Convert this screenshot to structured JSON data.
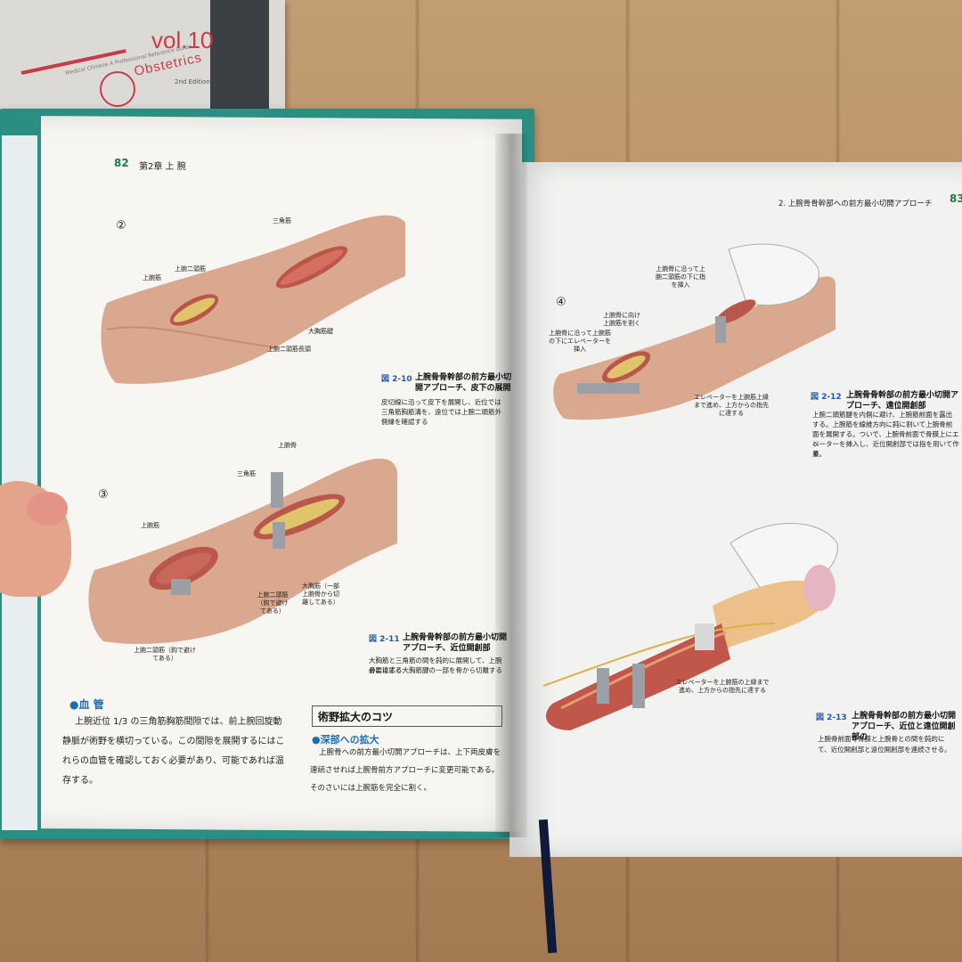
{
  "background_book": {
    "brand": "Medical Chinese  A Professional Reference Guide",
    "vol": "vol.10",
    "title": "Obstetrics",
    "edition": "2nd Edition"
  },
  "left_page": {
    "page_number": "82",
    "chapter": "第2章 上 腕",
    "step2_marker": "②",
    "step3_marker": "③",
    "fig1_labels": [
      "三角筋",
      "上腕二頭筋",
      "上腕筋",
      "大胸筋腱",
      "上腕二頭筋長頭"
    ],
    "fig1_caption_num": "図 2-10",
    "fig1_caption_title": "上腕骨骨幹部の前方最小切開アプローチ、皮下の展開",
    "fig1_caption_body": [
      "皮切線に沿って皮下を展開し、近位では三角筋胸筋溝を、遠位では上腕二頭筋外側縁を確認する"
    ],
    "fig2_labels": [
      "上腕骨",
      "三角筋",
      "上腕筋",
      "上腕二頭筋（鈎で避けてある）",
      "大胸筋（一部上腕骨から切離してある）",
      "上腕二頭筋（鈎で避けてある）"
    ],
    "fig2_caption_num": "図 2-11",
    "fig2_caption_title": "上腕骨骨幹部の前方最小切開アプローチ、近位開創部",
    "fig2_caption_body": [
      "大胸筋と三角筋の間を鈍的に展開して、上腕骨に達する",
      "必要に応じ大胸筋腱の一部を骨から切離する"
    ],
    "section_vessel_head": "●血 管",
    "section_vessel_body": [
      "上腕近位 1/3 の三角筋胸筋間隙では、前上腕回旋動",
      "静脈が術野を横切っている。この間隙を展開するにはこ",
      "れらの血管を確認しておく必要があり、可能であれば温",
      "存する。"
    ],
    "box_head": "術野拡大のコツ",
    "deep_head": "●深部への拡大",
    "deep_body": [
      "上腕骨への前方最小切開アプローチは、上下両皮膚を",
      "連続させれば上腕骨前方アプローチに変更可能である。",
      "そのさいには上腕筋を完全に割く。"
    ]
  },
  "right_page": {
    "running_head": "2. 上腕骨骨幹部への前方最小切開アプローチ",
    "page_number": "83",
    "step4_marker": "④",
    "fig3_labels": [
      "上腕骨に沿って上腕二頭筋の下に指を挿入",
      "上腕骨に向け上腕筋を割く",
      "上腕骨に沿って上腕筋の下にエレベーターを挿入",
      "エレベーターを上腕筋上縁まで進め、上方からの指先に達する"
    ],
    "fig3_caption_num": "図 2-12",
    "fig3_caption_title": "上腕骨骨幹部の前方最小切開アプローチ、遠位開創部",
    "fig3_caption_body": [
      "上腕二頭筋腱を内側に避け、上腕筋前面を露出",
      "する。上腕筋を線維方向に鈍に割いて上腕骨前",
      "面を展開する。ついで、上腕骨前面で骨膜上にエレ",
      "ベーターを挿入し、近位開創部では指を用いて作業",
      "る。"
    ],
    "fig4_label": "エレベーターを上腕筋の上縁まで進め、上方からの指先に達する",
    "fig4_caption_num": "図 2-13",
    "fig4_caption_title": "上腕骨骨幹部の前方最小切開アプローチ、近位と遠位開創部の",
    "fig4_caption_body": [
      "上腕骨前面で骨膜と上腕骨との間を鈍的に",
      "て、近位開創部と遠位開創部を連続させる。"
    ]
  },
  "colors": {
    "cover": "#2a8f82",
    "page_number": "#1d7a4a",
    "figure_number": "#1f5aa6",
    "skin": "#d7a890",
    "muscle": "#b85a4d"
  }
}
